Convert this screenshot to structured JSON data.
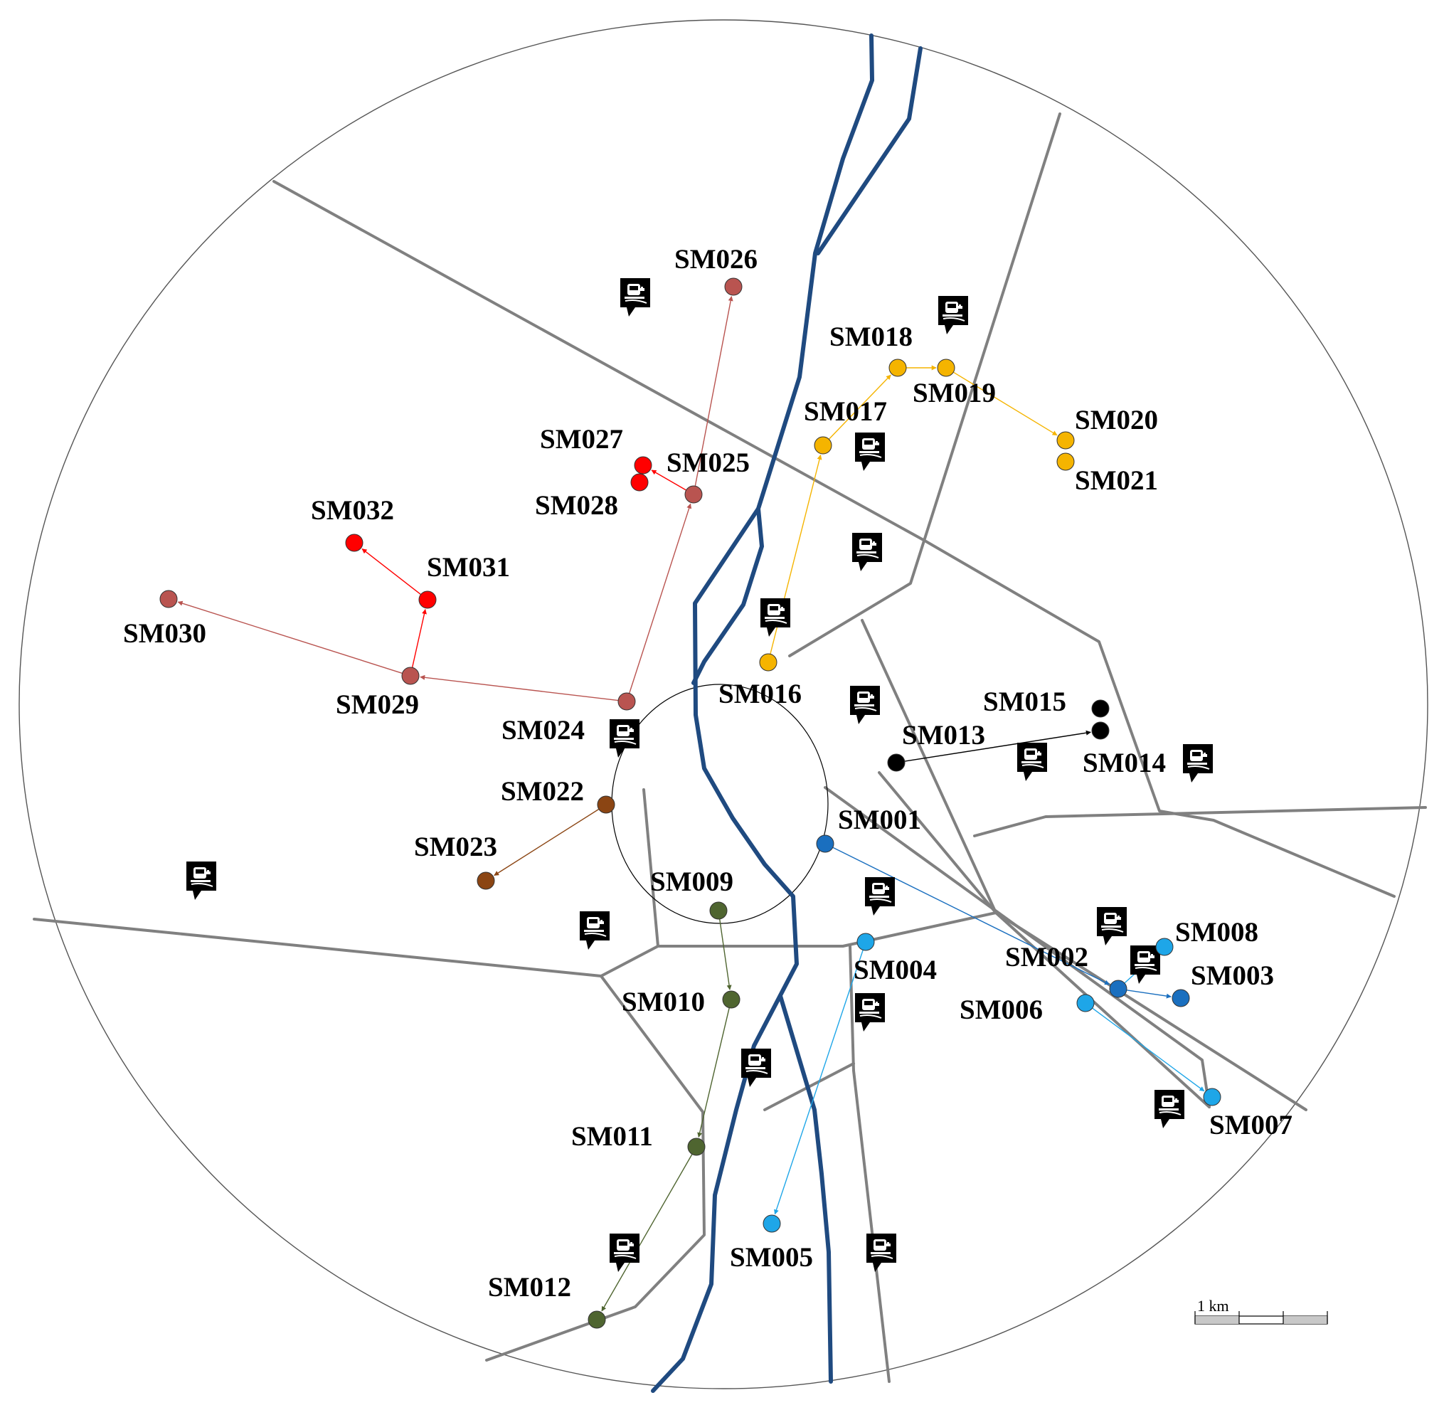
{
  "colors": {
    "background": "#ffffff",
    "boundary": "#555555",
    "road": "#808080",
    "river": "#1f4a80",
    "station_icon": "#000000",
    "groups": {
      "dark_blue": "#1a6fbf",
      "light_blue": "#1ea6e8",
      "olive": "#4f6530",
      "black": "#000000",
      "amber": "#f5b400",
      "brown": "#8b4513",
      "rose": "#b95450",
      "red": "#ff0000"
    }
  },
  "scale_bar": {
    "label": "1 km"
  },
  "sites": [
    {
      "id": "SM001",
      "label": "SM001",
      "group": "dark_blue"
    },
    {
      "id": "SM002",
      "label": "SM002",
      "group": "dark_blue"
    },
    {
      "id": "SM003",
      "label": "SM003",
      "group": "dark_blue"
    },
    {
      "id": "SM004",
      "label": "SM004",
      "group": "light_blue"
    },
    {
      "id": "SM005",
      "label": "SM005",
      "group": "light_blue"
    },
    {
      "id": "SM006",
      "label": "SM006",
      "group": "light_blue"
    },
    {
      "id": "SM007",
      "label": "SM007",
      "group": "light_blue"
    },
    {
      "id": "SM008",
      "label": "SM008",
      "group": "light_blue"
    },
    {
      "id": "SM009",
      "label": "SM009",
      "group": "olive"
    },
    {
      "id": "SM010",
      "label": "SM010",
      "group": "olive"
    },
    {
      "id": "SM011",
      "label": "SM011",
      "group": "olive"
    },
    {
      "id": "SM012",
      "label": "SM012",
      "group": "olive"
    },
    {
      "id": "SM013",
      "label": "SM013",
      "group": "black"
    },
    {
      "id": "SM014",
      "label": "SM014",
      "group": "black"
    },
    {
      "id": "SM015",
      "label": "SM015",
      "group": "black"
    },
    {
      "id": "SM016",
      "label": "SM016",
      "group": "amber"
    },
    {
      "id": "SM017",
      "label": "SM017",
      "group": "amber"
    },
    {
      "id": "SM018",
      "label": "SM018",
      "group": "amber"
    },
    {
      "id": "SM019",
      "label": "SM019",
      "group": "amber"
    },
    {
      "id": "SM020",
      "label": "SM020",
      "group": "amber"
    },
    {
      "id": "SM021",
      "label": "SM021",
      "group": "amber"
    },
    {
      "id": "SM022",
      "label": "SM022",
      "group": "brown"
    },
    {
      "id": "SM023",
      "label": "SM023",
      "group": "brown"
    },
    {
      "id": "SM024",
      "label": "SM024",
      "group": "rose"
    },
    {
      "id": "SM025",
      "label": "SM025",
      "group": "rose"
    },
    {
      "id": "SM026",
      "label": "SM026",
      "group": "rose"
    },
    {
      "id": "SM027",
      "label": "SM027",
      "group": "red"
    },
    {
      "id": "SM028",
      "label": "SM028",
      "group": "red"
    },
    {
      "id": "SM029",
      "label": "SM029",
      "group": "rose"
    },
    {
      "id": "SM030",
      "label": "SM030",
      "group": "rose"
    },
    {
      "id": "SM031",
      "label": "SM031",
      "group": "red"
    },
    {
      "id": "SM032",
      "label": "SM032",
      "group": "red"
    }
  ],
  "links": [
    {
      "from": "SM001",
      "to": "SM002",
      "group": "dark_blue"
    },
    {
      "from": "SM002",
      "to": "SM003",
      "group": "dark_blue"
    },
    {
      "from": "SM004",
      "to": "SM005",
      "group": "light_blue"
    },
    {
      "from": "SM006",
      "to": "SM007",
      "group": "light_blue"
    },
    {
      "from": "SM002",
      "to": "SM008",
      "group": "light_blue"
    },
    {
      "from": "SM009",
      "to": "SM010",
      "group": "olive"
    },
    {
      "from": "SM010",
      "to": "SM011",
      "group": "olive"
    },
    {
      "from": "SM011",
      "to": "SM012",
      "group": "olive"
    },
    {
      "from": "SM013",
      "to": "SM014",
      "group": "black"
    },
    {
      "from": "SM016",
      "to": "SM017",
      "group": "amber"
    },
    {
      "from": "SM017",
      "to": "SM018",
      "group": "amber"
    },
    {
      "from": "SM018",
      "to": "SM019",
      "group": "amber"
    },
    {
      "from": "SM019",
      "to": "SM020",
      "group": "amber"
    },
    {
      "from": "SM022",
      "to": "SM023",
      "group": "brown"
    },
    {
      "from": "SM024",
      "to": "SM025",
      "group": "rose"
    },
    {
      "from": "SM025",
      "to": "SM026",
      "group": "rose"
    },
    {
      "from": "SM025",
      "to": "SM027",
      "group": "red"
    },
    {
      "from": "SM024",
      "to": "SM029",
      "group": "rose"
    },
    {
      "from": "SM029",
      "to": "SM030",
      "group": "rose"
    },
    {
      "from": "SM029",
      "to": "SM031",
      "group": "red"
    },
    {
      "from": "SM031",
      "to": "SM032",
      "group": "red"
    }
  ]
}
